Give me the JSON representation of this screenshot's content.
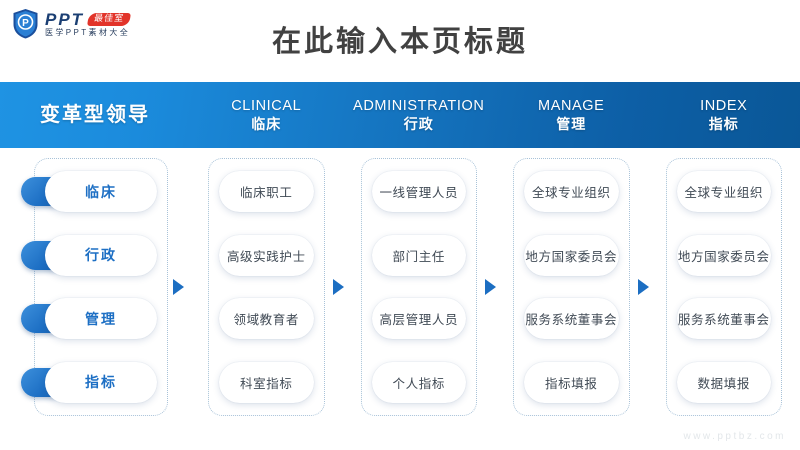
{
  "logo": {
    "shield_letter": "P",
    "brand": "PPT",
    "badge": "最佳室",
    "subtitle": "医学PPT素材大全",
    "shield_icon": "shield-icon"
  },
  "title": "在此输入本页标题",
  "header": {
    "primary": "变革型领导",
    "columns": [
      {
        "en": "CLINICAL",
        "cn": "临床"
      },
      {
        "en": "ADMINISTRATION",
        "cn": "行政"
      },
      {
        "en": "MANAGE",
        "cn": "管理"
      },
      {
        "en": "INDEX",
        "cn": "指标"
      }
    ]
  },
  "columns": [
    {
      "name": "transformational-leadership",
      "accented": true,
      "items": [
        "临床",
        "行政",
        "管理",
        "指标"
      ]
    },
    {
      "name": "clinical",
      "accented": false,
      "items": [
        "临床职工",
        "高级实践护士",
        "领域教育者",
        "科室指标"
      ]
    },
    {
      "name": "administration",
      "accented": false,
      "items": [
        "一线管理人员",
        "部门主任",
        "高层管理人员",
        "个人指标"
      ]
    },
    {
      "name": "manage",
      "accented": false,
      "items": [
        "全球专业组织",
        "地方国家委员会",
        "服务系统董事会",
        "指标填报"
      ]
    },
    {
      "name": "index",
      "accented": false,
      "items": [
        "全球专业组织",
        "地方国家委员会",
        "服务系统董事会",
        "数据填报"
      ]
    }
  ],
  "watermark": "www.pptbz.com",
  "colors": {
    "header_gradient_start": "#1f93e3",
    "header_gradient_end": "#0a5797",
    "accent_blue": "#1d6fc4",
    "arrow_blue": "#1c6ec2",
    "title_gray": "#414141",
    "badge_red": "#e2342a"
  }
}
